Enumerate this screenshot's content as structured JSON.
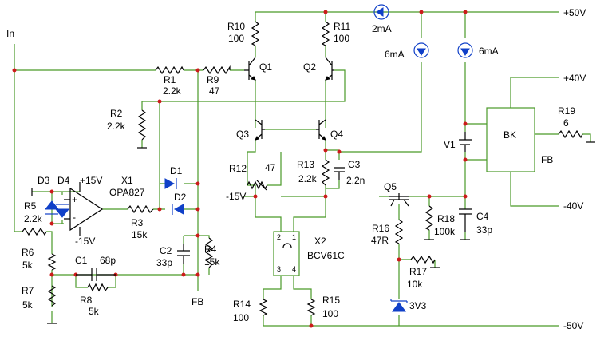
{
  "labels": {
    "in": "In",
    "p50": "+50V",
    "p40": "+40V",
    "m40": "-40V",
    "m50": "-50V",
    "m15": "-15V",
    "fb_left": "FB",
    "fb_right": "FB",
    "bk": "BK",
    "v1": "V1",
    "r10": "R10",
    "r10v": "100",
    "r11": "R11",
    "r11v": "100",
    "src2ma": "2mA",
    "src6ma_a": "6mA",
    "src6ma_b": "6mA",
    "q1": "Q1",
    "q2": "Q2",
    "q3": "Q3",
    "q4": "Q4",
    "q5": "Q5",
    "r1": "R1",
    "r1v": "2.2k",
    "r9": "R9",
    "r9v": "47",
    "r2": "R2",
    "r2v": "2.2k",
    "r12": "R12",
    "r12v": "47",
    "r13": "R13",
    "r13v": "2.2k",
    "c3": "C3",
    "c3v": "2.2n",
    "d1": "D1",
    "d2": "D2",
    "d3": "D3",
    "d4": "D4",
    "x1": "X1",
    "x1v": "OPA827",
    "p15": "+15V",
    "m15b": "-15V",
    "r5": "R5",
    "r5v": "2.2k",
    "r3": "R3",
    "r3v": "15k",
    "c2": "C2",
    "c2v": "33p",
    "r4": "R4",
    "r4v": "15k",
    "r6": "R6",
    "r6v": "5k",
    "r7": "R7",
    "r7v": "5k",
    "c1": "C1",
    "c1v": "68p",
    "r8": "R8",
    "r8v": "5k",
    "x2": "X2",
    "x2v": "BCV61C",
    "r14": "R14",
    "r14v": "100",
    "r15": "R15",
    "r15v": "100",
    "r16": "R16",
    "r16v": "47R",
    "r17": "R17",
    "r17v": "10k",
    "r18": "R18",
    "r18v": "100k",
    "c4": "C4",
    "c4v": "33p",
    "z3v3": "3V3",
    "r19": "R19",
    "r19v": "6",
    "pin1": "1",
    "pin2": "2",
    "pin3": "3",
    "pin4": "4",
    "plus": "+",
    "minus": "-"
  }
}
